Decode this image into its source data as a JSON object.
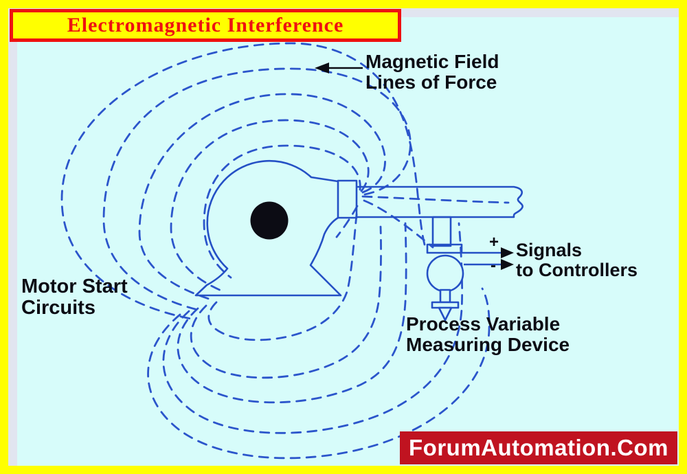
{
  "title": {
    "text": "Electromagnetic Interference",
    "bg_color": "#ffff00",
    "text_color": "#ee1111",
    "border_color": "#ee1111"
  },
  "labels": {
    "magnetic_field": {
      "line1": "Magnetic Field",
      "line2": "Lines of Force"
    },
    "motor": {
      "line1": "Motor Start",
      "line2": "Circuits"
    },
    "signals": {
      "line1": "Signals",
      "line2": "to Controllers",
      "plus": "+",
      "minus": "-"
    },
    "device": {
      "line1": "Process Variable",
      "line2": "Measuring Device"
    }
  },
  "watermark": {
    "text": "ForumAutomation.Com",
    "bg_color": "#c01320",
    "text_color": "#ffffff"
  },
  "diagram": {
    "field_line_color": "#2b55cb",
    "equipment_line_color": "#2450c5",
    "ink_color": "#0c0c14",
    "background_color": "#d7fcfa",
    "frame_color": "#ffff00",
    "inner_edge_color": "#e1e5f0",
    "elements": [
      "motor-with-shaft",
      "conduit-pipe",
      "process-measuring-device",
      "magnetic-field-dashed-loops",
      "signal-output-arrows"
    ]
  }
}
